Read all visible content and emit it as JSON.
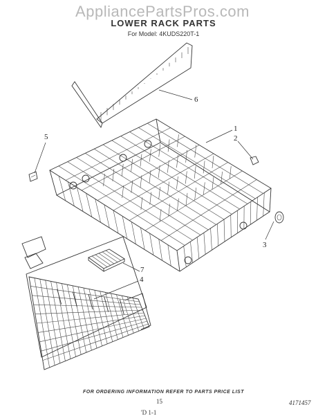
{
  "watermark": "AppliancePartsPros.com",
  "title": "LOWER RACK PARTS",
  "model": "For Model: 4KUDS220T-1",
  "callouts": {
    "c1": "1",
    "c2": "2",
    "c3": "3",
    "c4": "4",
    "c5": "5",
    "c6": "6",
    "c7": "7"
  },
  "footer": "FOR ORDERING INFORMATION REFER TO PARTS PRICE LIST",
  "page_number": "15",
  "doc_number": "4171457",
  "bottom_mark": "'D 1-1"
}
